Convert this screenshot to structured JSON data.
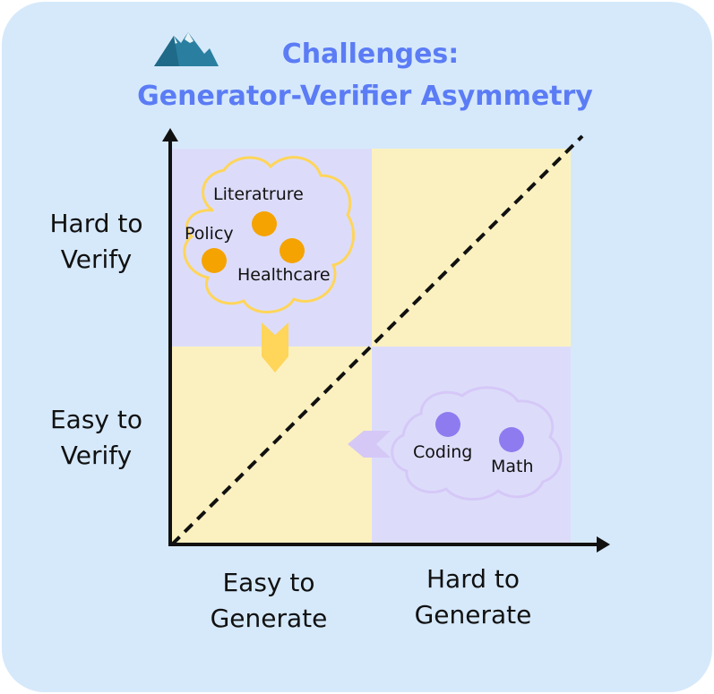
{
  "title": {
    "line1": "Challenges:",
    "line2": "Generator-Verifier Asymmetry"
  },
  "axes": {
    "y_top": [
      "Hard to",
      "Verify"
    ],
    "y_bottom": [
      "Easy to",
      "Verify"
    ],
    "x_left": [
      "Easy to",
      "Generate"
    ],
    "x_right": [
      "Hard to",
      "Generate"
    ]
  },
  "cloud_top": {
    "items": [
      "Literatrure",
      "Policy",
      "Healthcare"
    ],
    "color": "#f5a300"
  },
  "cloud_bottom": {
    "items": [
      "Coding",
      "Math"
    ],
    "color": "#8f7bf0"
  },
  "colors": {
    "background": "#d6e9fb",
    "title": "#5b7cf5",
    "quadrant_purple": "#dcdcfa",
    "quadrant_yellow": "#fbf1c0",
    "yellow_arrow": "#ffd55a",
    "purple_arrow": "#d5c8f7"
  },
  "icons": {
    "mountain": "mountain-icon"
  }
}
